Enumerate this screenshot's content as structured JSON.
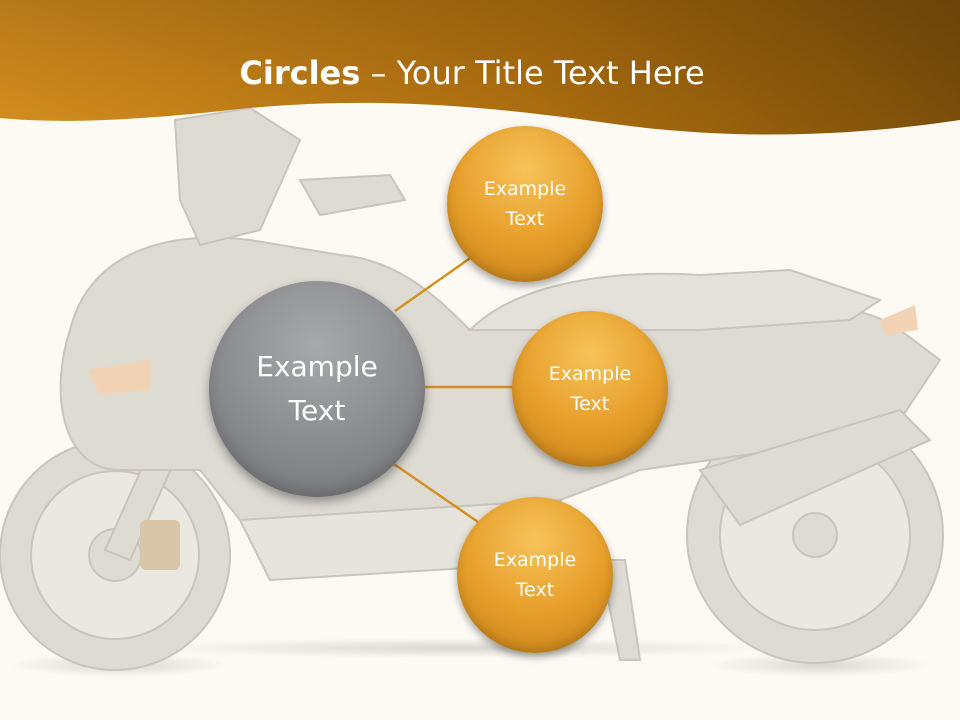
{
  "title": {
    "bold": "Circles",
    "rest": " – Your Title Text Here"
  },
  "diagram": {
    "center": {
      "line1": "Example",
      "line2": "Text"
    },
    "nodes": [
      {
        "line1": "Example",
        "line2": "Text"
      },
      {
        "line1": "Example",
        "line2": "Text"
      },
      {
        "line1": "Example",
        "line2": "Text"
      }
    ]
  },
  "colors": {
    "header_orange": "#d68f1e",
    "header_brown": "#7c4f0a",
    "center_gray": "#8a8b8e",
    "node_orange": "#e8a02c",
    "connector": "#d4911f"
  }
}
